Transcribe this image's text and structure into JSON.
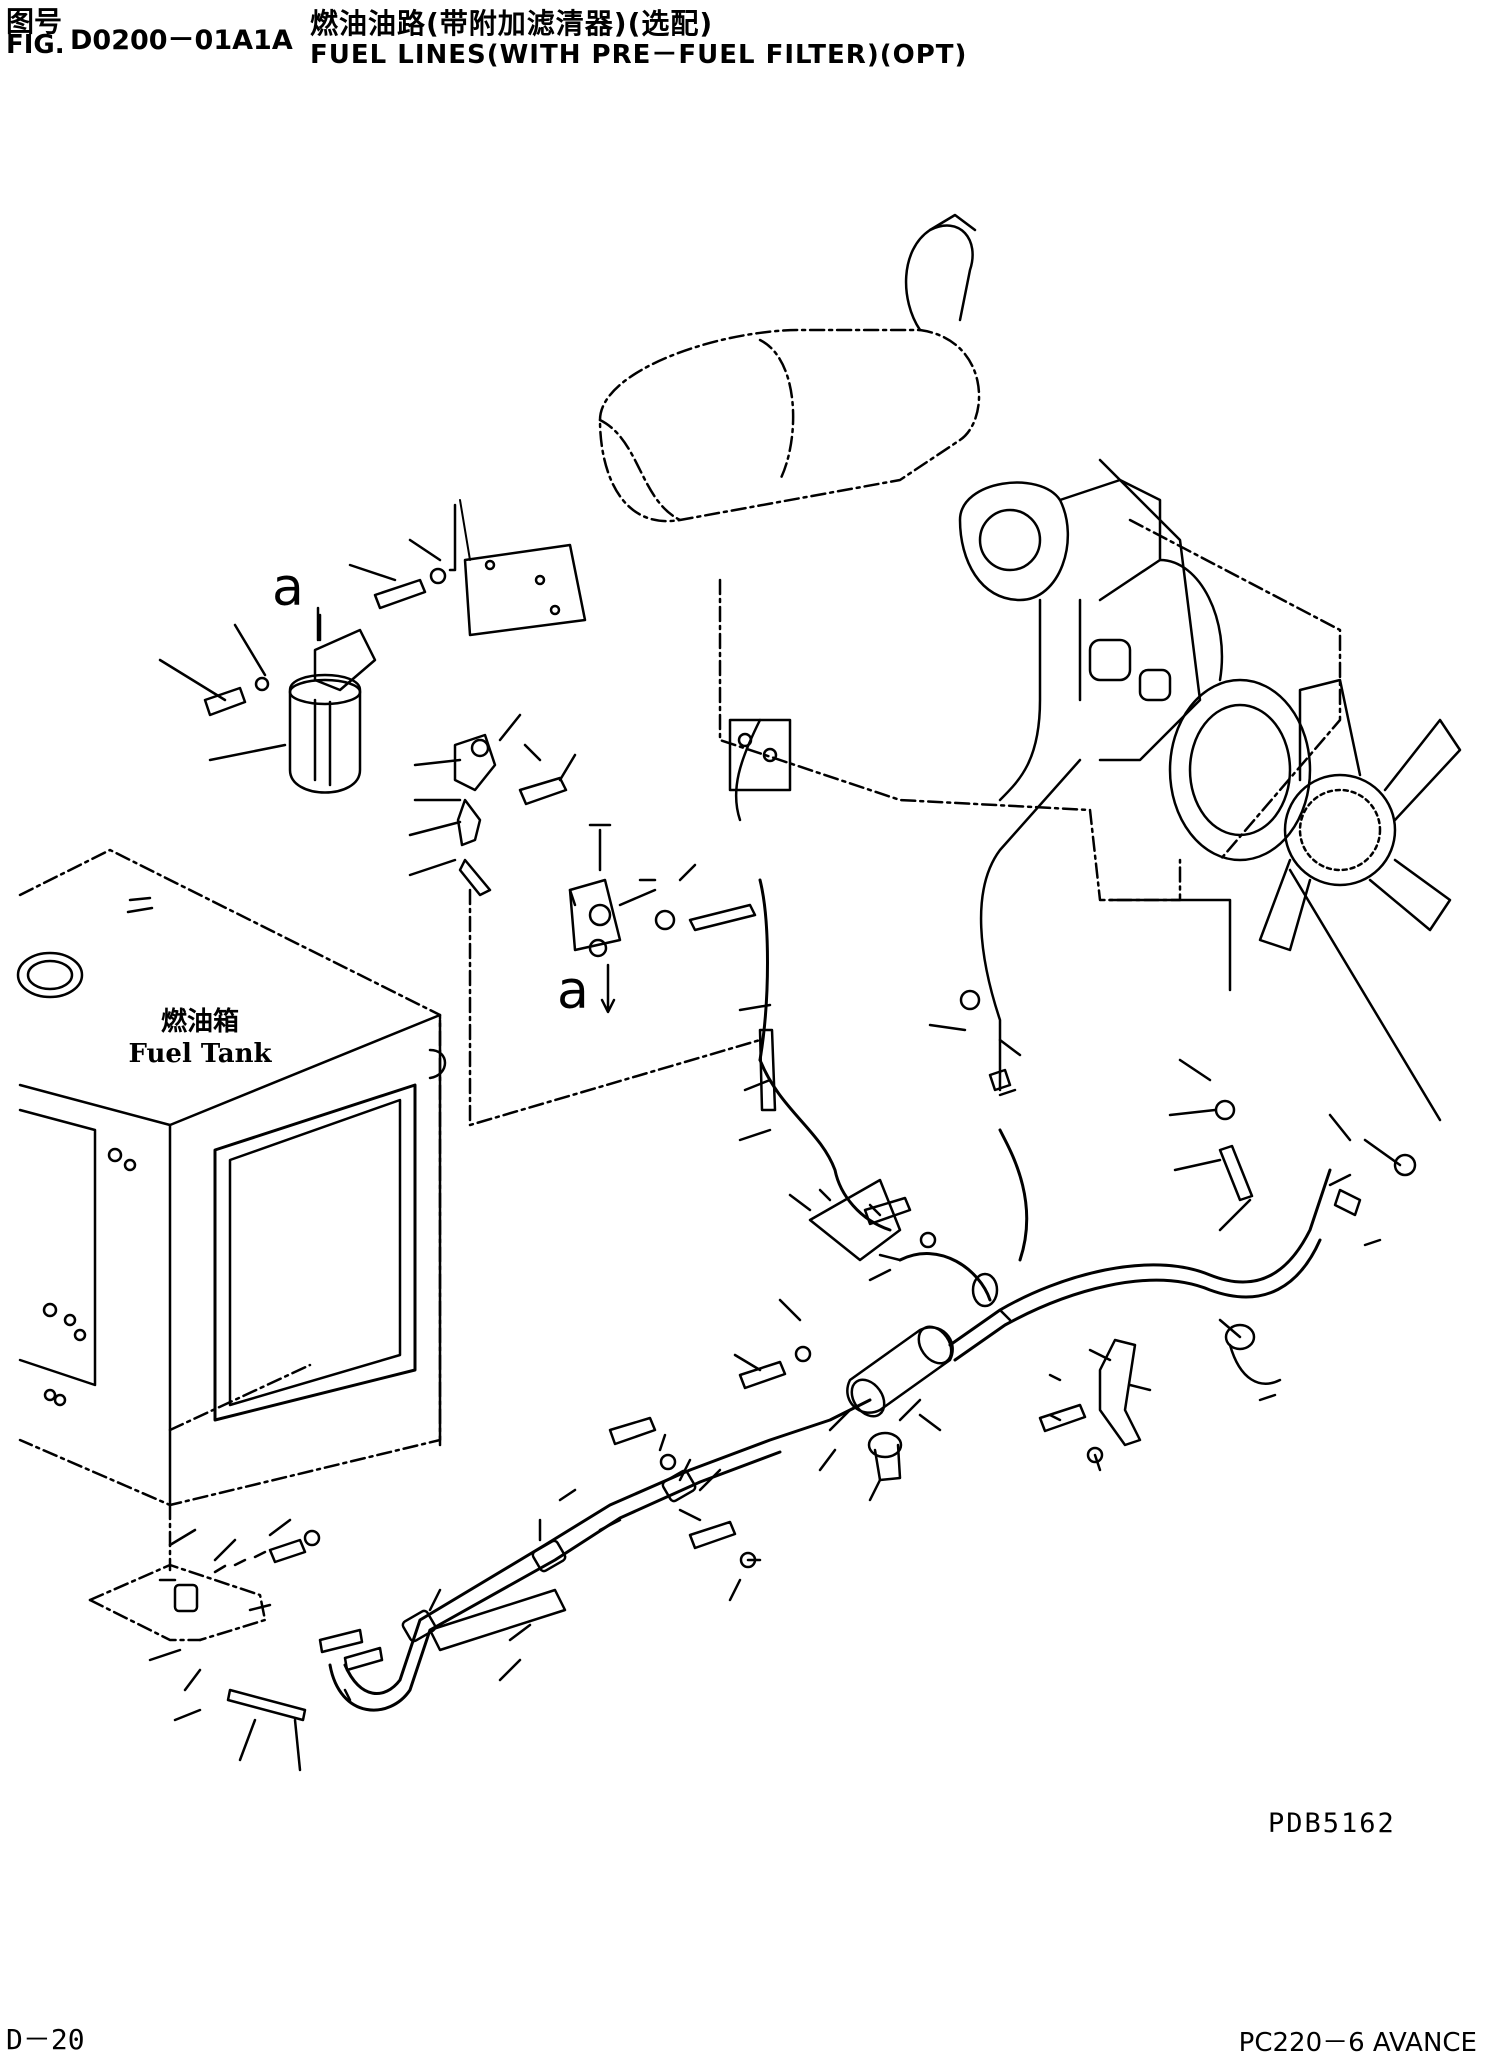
{
  "header": {
    "fig_label_cn": "图号",
    "fig_label_en": "FIG.",
    "fig_number": "D0200－01A1A",
    "title_cn": "燃油油路(带附加滤清器)(选配)",
    "title_en": "FUEL LINES(WITH PRE－FUEL FILTER)(OPT)"
  },
  "diagram": {
    "tank_label_cn": "燃油箱",
    "tank_label_en": "Fuel Tank",
    "callout_top": "a",
    "callout_bottom": "a",
    "reference_code": "PDB5162"
  },
  "footer": {
    "page": "D－20",
    "model": "PC220－6 AVANCE"
  }
}
